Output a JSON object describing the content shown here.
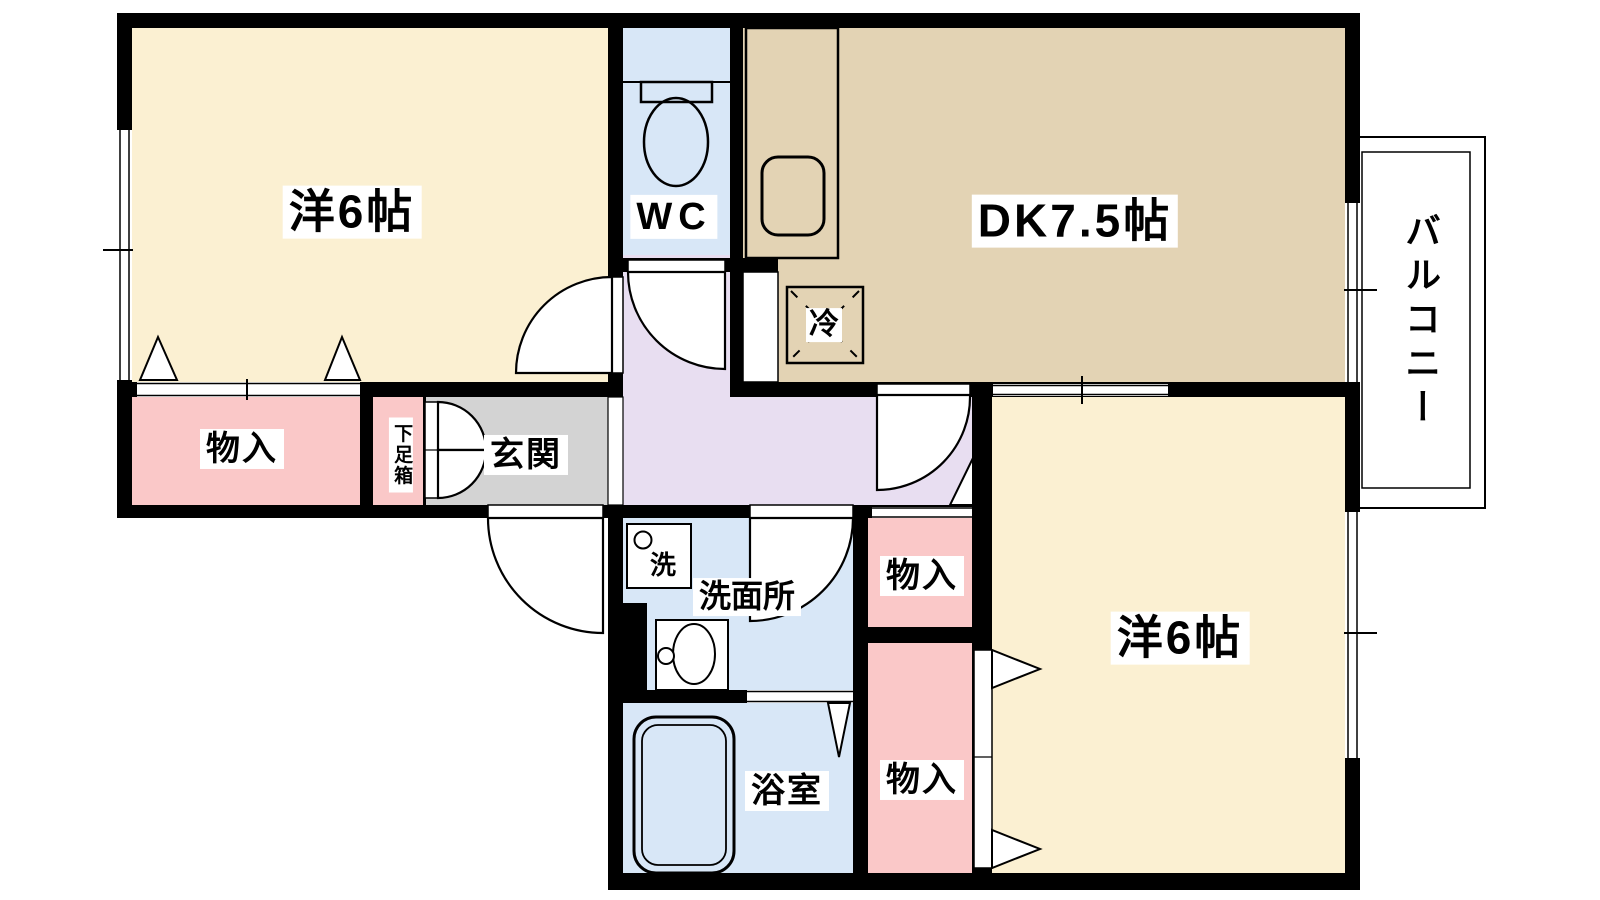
{
  "rooms": {
    "western_tl": {
      "label": "洋6帖"
    },
    "wc": {
      "label": "WC"
    },
    "dk": {
      "label": "DK7.5帖"
    },
    "balcony": {
      "label": "バルコニー"
    },
    "storage_left": {
      "label": "物入"
    },
    "shoe_box": {
      "label": "下足箱"
    },
    "entrance": {
      "label": "玄関"
    },
    "refrigerator": {
      "label": "冷"
    },
    "washing_machine": {
      "label": "洗"
    },
    "washroom": {
      "label": "洗面所"
    },
    "storage_mid": {
      "label": "物入"
    },
    "storage_bottom": {
      "label": "物入"
    },
    "bathroom": {
      "label": "浴室"
    },
    "western_br": {
      "label": "洋6帖"
    }
  },
  "colors": {
    "western_room": "#FBF0D2",
    "dk": "#E3D3B4",
    "wet_area": "#D8E7F7",
    "storage": "#FAC8C8",
    "entrance": "#D3D3D3",
    "hallway": "#E8DEF1",
    "fixture": "#FFFFFF",
    "wall": "#000000"
  }
}
